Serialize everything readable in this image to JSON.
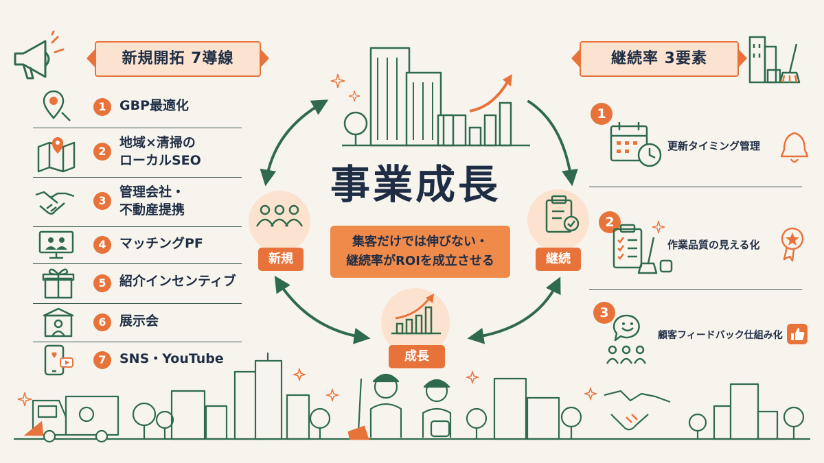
{
  "left_section": {
    "title": "新規開拓 7導線",
    "items": [
      {
        "num": "1",
        "label": "GBP最適化",
        "icon": "map-search-icon"
      },
      {
        "num": "2",
        "label": "地域×清掃の\nローカルSEO",
        "icon": "map-pin-icon"
      },
      {
        "num": "3",
        "label": "管理会社・\n不動産提携",
        "icon": "handshake-icon"
      },
      {
        "num": "4",
        "label": "マッチングPF",
        "icon": "monitor-people-icon"
      },
      {
        "num": "5",
        "label": "紹介インセンティブ",
        "icon": "gift-icon"
      },
      {
        "num": "6",
        "label": "展示会",
        "icon": "booth-icon"
      },
      {
        "num": "7",
        "label": "SNS・YouTube",
        "icon": "smartphone-icon"
      }
    ]
  },
  "right_section": {
    "title": "継続率 3要素",
    "items": [
      {
        "num": "1",
        "label": "更新タイミング管理",
        "icon": "calendar-clock-icon",
        "badge": "bell-icon"
      },
      {
        "num": "2",
        "label": "作業品質の見える化",
        "icon": "checklist-icon",
        "badge": "award-ribbon-icon"
      },
      {
        "num": "3",
        "label": "顧客フィードバック仕組み化",
        "icon": "feedback-smile-icon",
        "badge": "thumbs-up-icon"
      }
    ]
  },
  "center": {
    "title": "事業成長",
    "message": "集客だけでは伸びない・\n継続率がROIを成立させる",
    "nodes": {
      "new": "新規",
      "retention": "継続",
      "growth": "成長"
    }
  },
  "colors": {
    "accent": "#e8733a",
    "accent_light": "#fbe3cf",
    "line_green": "#2f6a4c",
    "text_navy": "#1f2d44",
    "background": "#f7f4ee"
  }
}
